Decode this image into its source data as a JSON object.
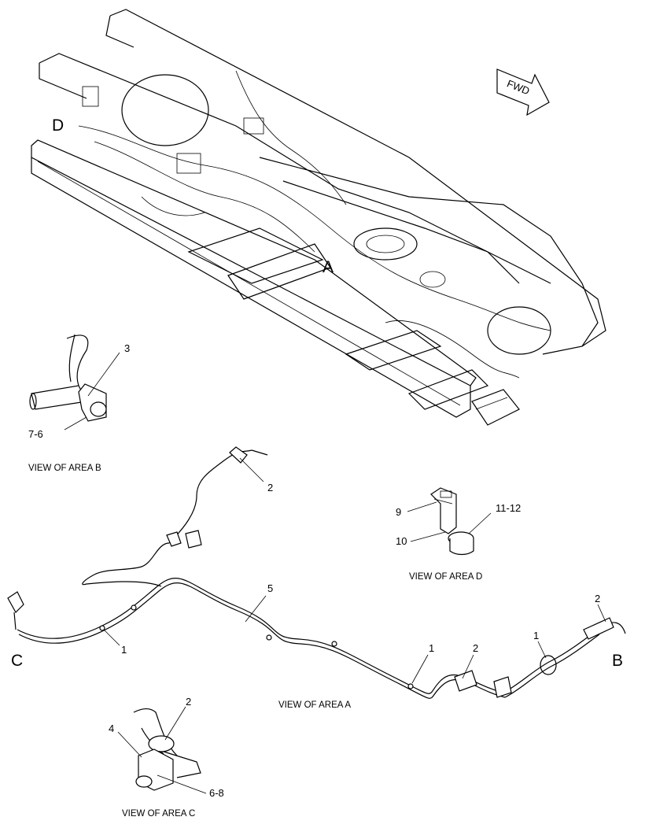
{
  "fwd_label": "FWD",
  "area_letters": {
    "a": "A",
    "b": "B",
    "c": "C",
    "d": "D"
  },
  "captions": {
    "area_a": "VIEW OF AREA  A",
    "area_b": "VIEW OF AREA B",
    "area_c": "VIEW OF AREA C",
    "area_d": "VIEW OF AREA D"
  },
  "callouts": {
    "b_3": "3",
    "b_7_6": "7-6",
    "a_2_top": "2",
    "a_5": "5",
    "a_1_left": "1",
    "a_1_mid": "1",
    "a_2_mid": "2",
    "a_1_right": "1",
    "a_2_right": "2",
    "d_9": "9",
    "d_10": "10",
    "d_11_12": "11-12",
    "c_2": "2",
    "c_4": "4",
    "c_6_8": "6-8"
  }
}
